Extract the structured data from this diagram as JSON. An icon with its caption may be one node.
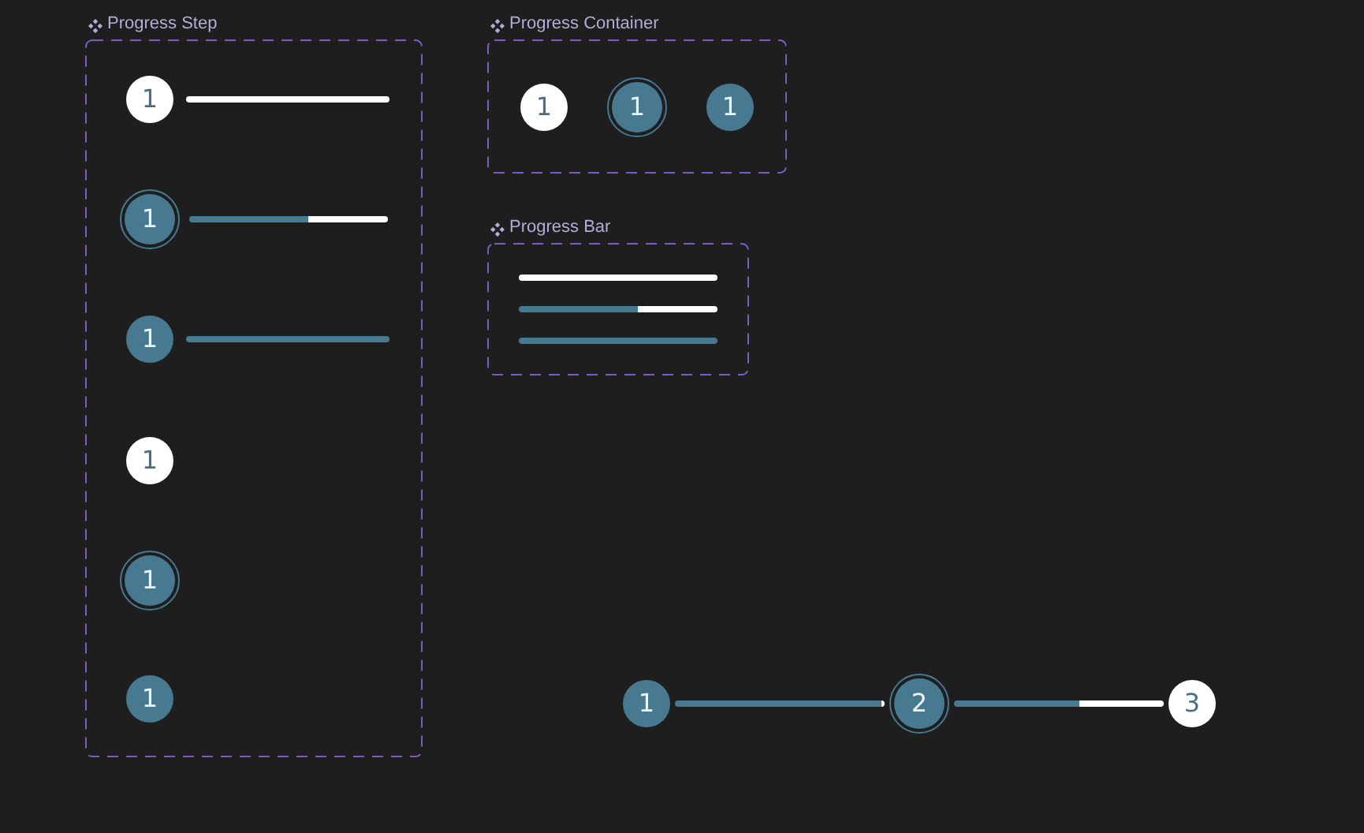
{
  "diagram": {
    "nodes": [
      {
        "text": [
          "Progress Step"
        ]
      },
      {
        "text": [
          "1"
        ],
        "in": 0
      },
      {
        "text": [],
        "shape": "bar",
        "in": 0
      },
      {
        "text": [
          "1"
        ],
        "in": 0
      },
      {
        "text": [],
        "shape": "bar",
        "in": 0
      },
      {
        "text": [
          "1"
        ],
        "in": 0
      },
      {
        "text": [],
        "shape": "bar",
        "in": 0
      },
      {
        "text": [
          "1"
        ],
        "in": 0
      },
      {
        "text": [
          "1"
        ],
        "in": 0
      },
      {
        "text": [
          "1"
        ],
        "in": 0
      },
      {
        "text": [
          "Progress Container"
        ]
      },
      {
        "text": [
          "1"
        ],
        "in": 10
      },
      {
        "text": [
          "1"
        ],
        "in": 10
      },
      {
        "text": [
          "1"
        ],
        "in": 10
      },
      {
        "text": [
          "Progress Bar"
        ]
      },
      {
        "text": [],
        "shape": "bar",
        "in": 14
      },
      {
        "text": [],
        "shape": "bar",
        "in": 14
      },
      {
        "text": [],
        "shape": "bar",
        "in": 14
      },
      {
        "text": [
          "1"
        ]
      },
      {
        "text": [
          "2"
        ]
      },
      {
        "text": [
          "3"
        ]
      }
    ],
    "edges": [
      {
        "from": 18,
        "to": 19,
        "arrow": "none"
      },
      {
        "from": 19,
        "to": 20,
        "arrow": "none"
      }
    ]
  }
}
